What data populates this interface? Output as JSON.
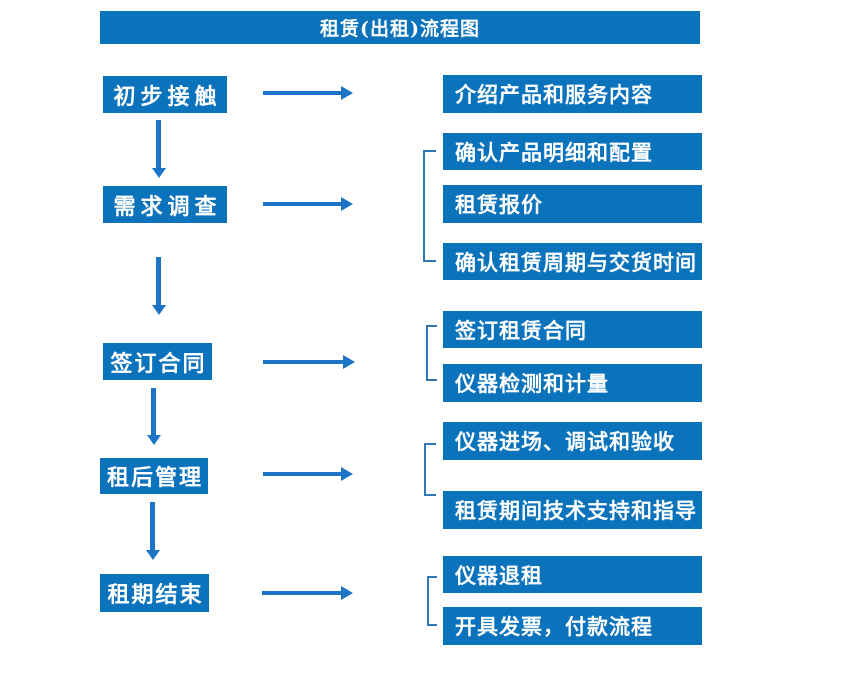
{
  "title": "租赁(出租)流程图",
  "colors": {
    "box_blue": "#0b72bc",
    "arrow_blue": "#1b74c6",
    "bracket_blue": "#2e75b6",
    "text_white": "#ffffff"
  },
  "steps": [
    {
      "label": "初步接触",
      "details": [
        "介绍产品和服务内容"
      ]
    },
    {
      "label": "需求调查",
      "details": [
        "确认产品明细和配置",
        "租赁报价",
        "确认租赁周期与交货时间"
      ]
    },
    {
      "label": "签订合同",
      "details": [
        "签订租赁合同",
        "仪器检测和计量"
      ]
    },
    {
      "label": "租后管理",
      "details": [
        "仪器进场、调试和验收",
        "租赁期间技术支持和指导"
      ]
    },
    {
      "label": "租期结束",
      "details": [
        "仪器退租",
        "开具发票，付款流程"
      ]
    }
  ]
}
